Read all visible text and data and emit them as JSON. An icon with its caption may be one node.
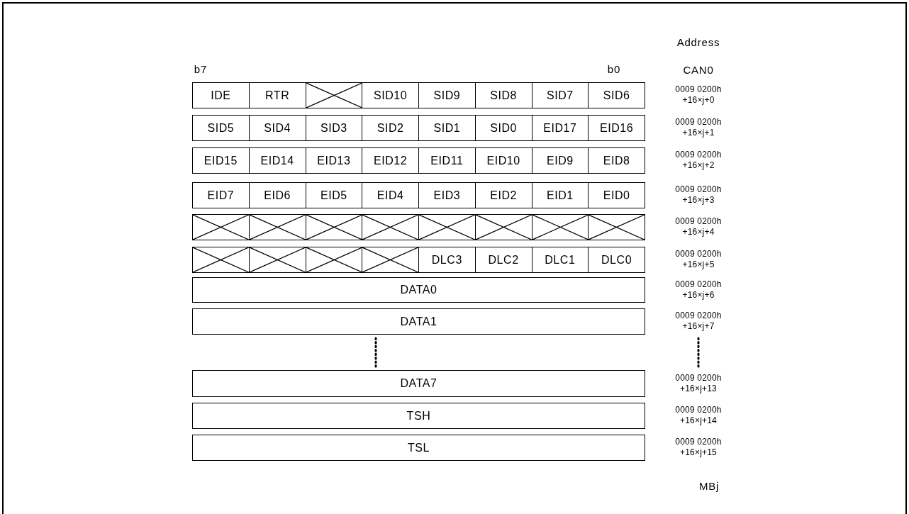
{
  "diagram": {
    "nodes": [
      {
        "text": [
          "IDE"
        ]
      },
      {
        "text": [
          "RTR"
        ]
      },
      {
        "text": [],
        "shape": "box"
      },
      {
        "text": [
          "SID10"
        ]
      },
      {
        "text": [
          "SID9"
        ]
      },
      {
        "text": [
          "SID8"
        ]
      },
      {
        "text": [
          "SID7"
        ]
      },
      {
        "text": [
          "SID6"
        ]
      },
      {
        "text": [
          "SID5"
        ]
      },
      {
        "text": [
          "SID4"
        ]
      },
      {
        "text": [
          "SID3"
        ]
      },
      {
        "text": [
          "SID2"
        ]
      },
      {
        "text": [
          "SID1"
        ]
      },
      {
        "text": [
          "SID0"
        ]
      },
      {
        "text": [
          "EID17"
        ]
      },
      {
        "text": [
          "EID16"
        ]
      },
      {
        "text": [
          "EID15"
        ]
      },
      {
        "text": [
          "EID14"
        ]
      },
      {
        "text": [
          "EID13"
        ]
      },
      {
        "text": [
          "EID12"
        ]
      },
      {
        "text": [
          "EID11"
        ]
      },
      {
        "text": [
          "EID10"
        ]
      },
      {
        "text": [
          "EID9"
        ]
      },
      {
        "text": [
          "EID8"
        ]
      },
      {
        "text": [
          "EID7"
        ]
      },
      {
        "text": [
          "EID6"
        ]
      },
      {
        "text": [
          "EID5"
        ]
      },
      {
        "text": [
          "EID4"
        ]
      },
      {
        "text": [
          "EID3"
        ]
      },
      {
        "text": [
          "EID2"
        ]
      },
      {
        "text": [
          "EID1"
        ]
      },
      {
        "text": [
          "EID0"
        ]
      },
      {
        "text": [],
        "shape": "box"
      },
      {
        "text": [],
        "shape": "box"
      },
      {
        "text": [],
        "shape": "box"
      },
      {
        "text": [],
        "shape": "box"
      },
      {
        "text": [],
        "shape": "box"
      },
      {
        "text": [],
        "shape": "box"
      },
      {
        "text": [],
        "shape": "box"
      },
      {
        "text": [],
        "shape": "box"
      },
      {
        "text": [],
        "shape": "box"
      },
      {
        "text": [],
        "shape": "box"
      },
      {
        "text": [],
        "shape": "box"
      },
      {
        "text": [],
        "shape": "box"
      },
      {
        "text": [
          "DLC3"
        ]
      },
      {
        "text": [
          "DLC2"
        ]
      },
      {
        "text": [
          "DLC1"
        ]
      },
      {
        "text": [
          "DLC0"
        ]
      },
      {
        "text": [
          "DATA0"
        ]
      },
      {
        "text": [
          "DATA1"
        ]
      },
      {
        "text": [
          "DATA7"
        ]
      },
      {
        "text": [
          "TSH"
        ]
      },
      {
        "text": [
          "TSL"
        ]
      }
    ],
    "labels": [
      "Address",
      "b7",
      "b0",
      "CAN0",
      "0009 0200h +16×j+0",
      "0009 0200h +16×j+1",
      "0009 0200h +16×j+2",
      "0009 0200h +16×j+3",
      "0009 0200h +16×j+4",
      "0009 0200h +16×j+5",
      "0009 0200h +16×j+6",
      "0009 0200h +16×j+7",
      "0009 0200h +16×j+13",
      "0009 0200h +16×j+14",
      "0009 0200h +16×j+15",
      "MBj"
    ]
  }
}
